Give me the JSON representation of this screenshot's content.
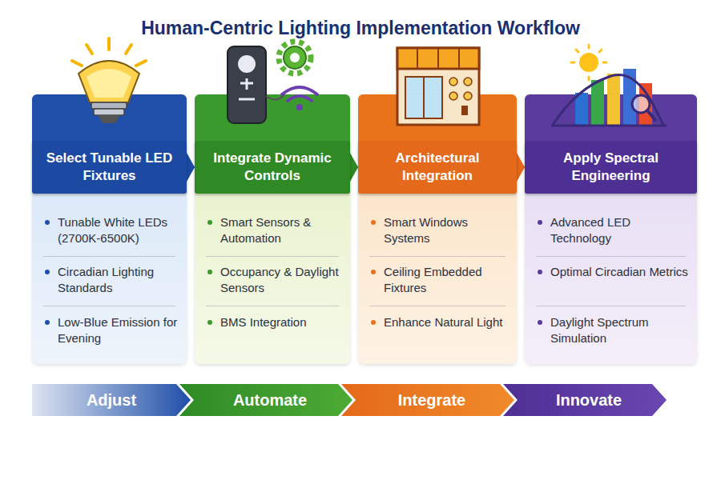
{
  "diagram": {
    "title": "Human-Centric Lighting Implementation Workflow",
    "nodes": [
      {
        "text": [
          "Tunable White LEDs (2700K-6500K)",
          "Circadian Lighting Standards",
          "Low-Blue Emission for Evening"
        ]
      },
      {
        "text": [
          "Select Tunable LED Fixtures"
        ],
        "in": 0
      },
      {
        "text": [
          "Smart Sensors & Automation",
          "Occupancy & Daylight Sensors",
          "BMS Integration"
        ]
      },
      {
        "text": [
          "Integrate Dynamic Controls"
        ],
        "in": 2
      },
      {
        "text": [
          "Smart Windows Systems",
          "Ceiling Embedded Fixtures",
          "Enhance Natural Light"
        ]
      },
      {
        "text": [
          "Architectural Integration"
        ],
        "in": 4
      },
      {
        "text": [
          "Advanced LED Technology",
          "Optimal Circadian Metrics",
          "Daylight Spectrum Simulation"
        ]
      },
      {
        "text": [
          "Apply Spectral Engineering"
        ],
        "in": 6
      },
      {
        "text": [
          "Adjust"
        ]
      },
      {
        "text": [
          "Automate"
        ]
      },
      {
        "text": [
          "Integrate"
        ]
      },
      {
        "text": [
          "Innovate"
        ]
      }
    ],
    "edges": [
      {
        "from": 1,
        "to": 3,
        "arrow": "to"
      },
      {
        "from": 3,
        "to": 5,
        "arrow": "to"
      },
      {
        "from": 5,
        "to": 7,
        "arrow": "to"
      }
    ]
  }
}
